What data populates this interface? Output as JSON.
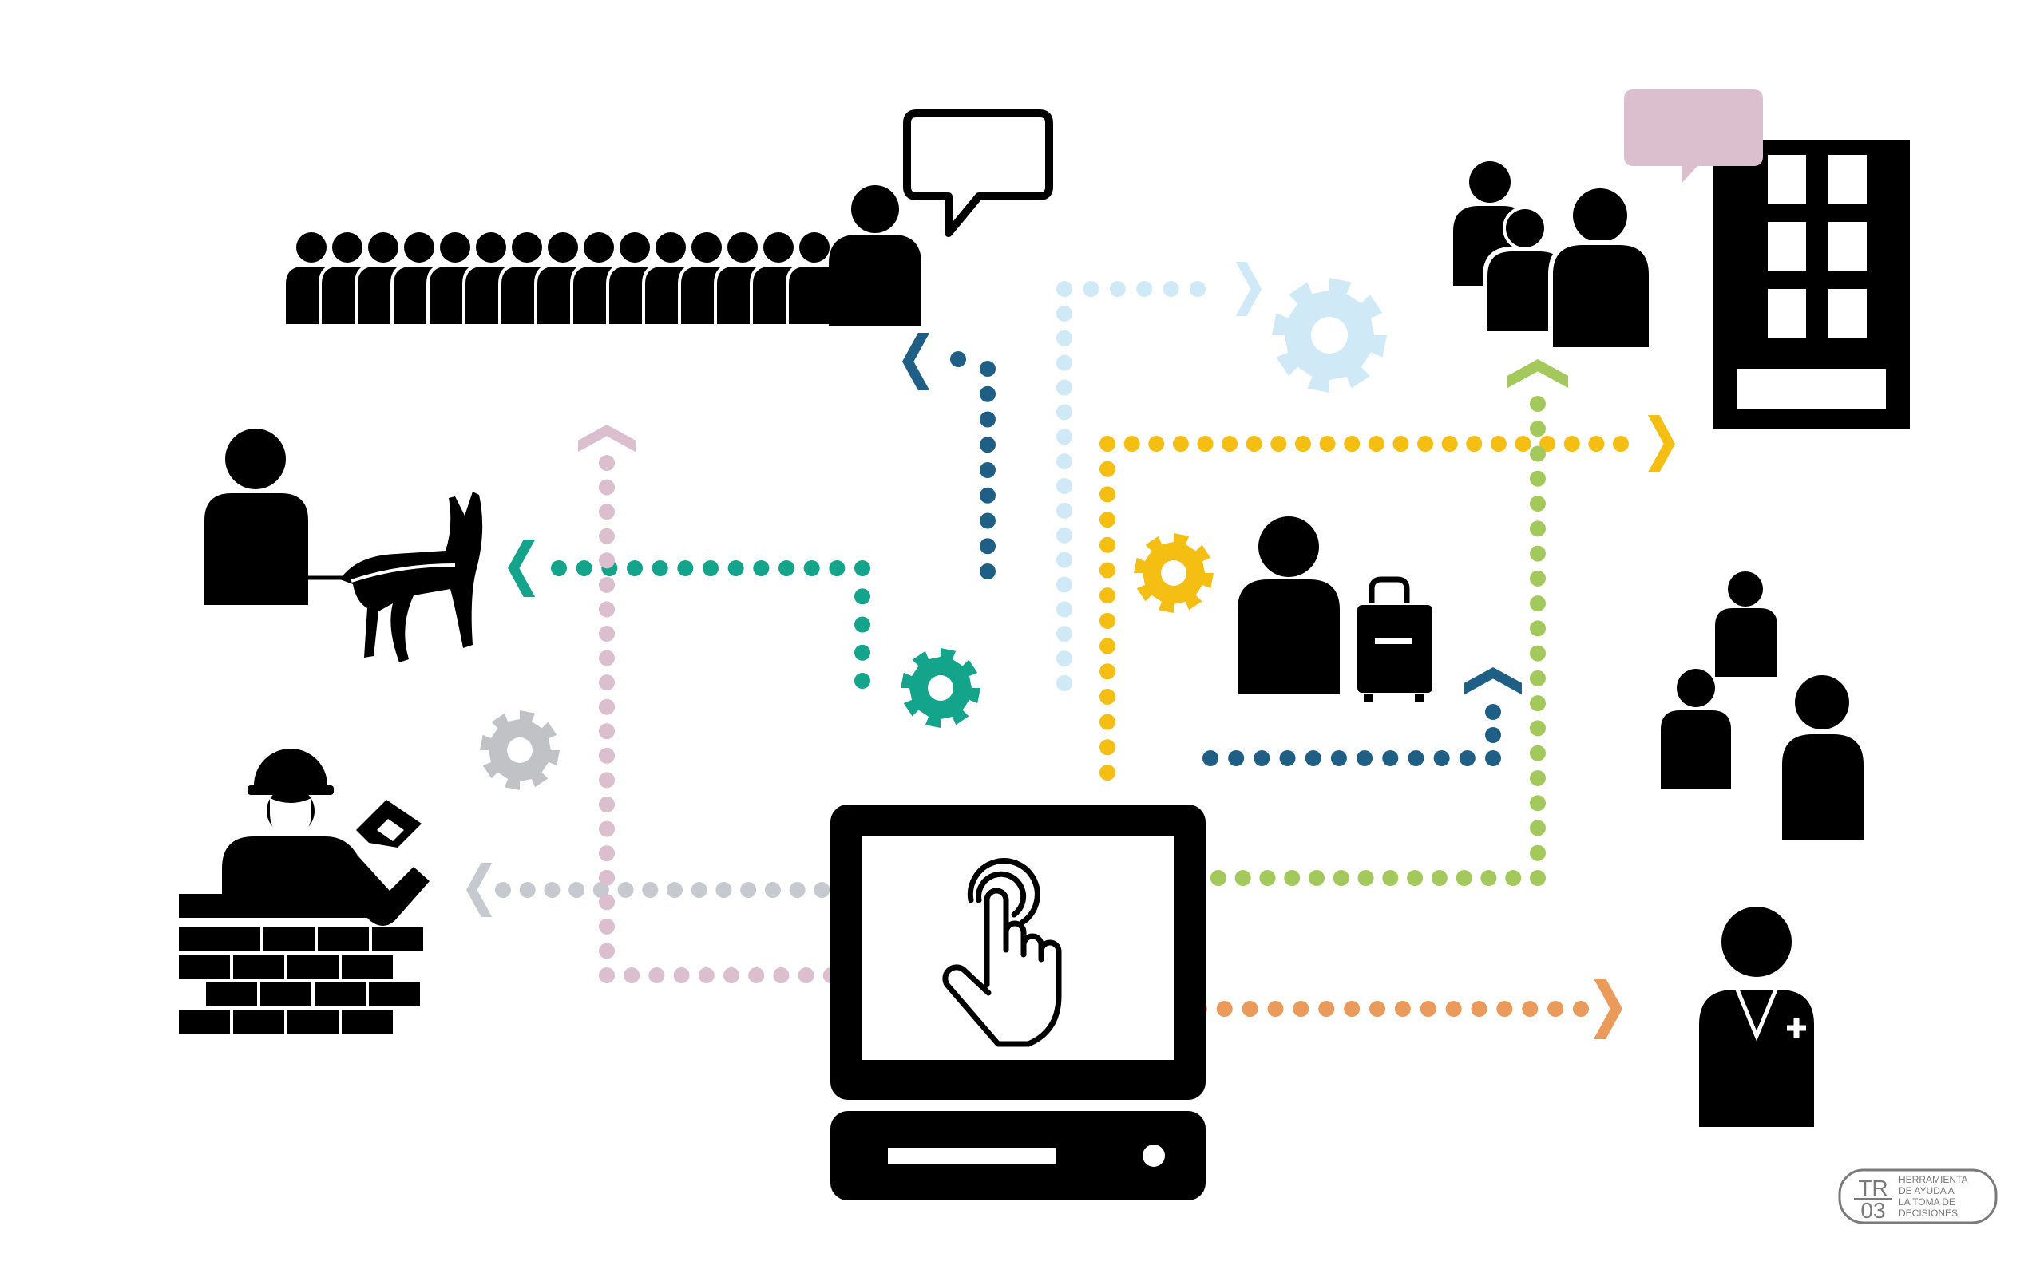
{
  "colors": {
    "ink": "#000000",
    "teal": "#14a38b",
    "navy": "#1f5f86",
    "light_blue": "#cfe9f7",
    "yellow": "#f5be12",
    "green": "#a3c95c",
    "orange": "#ea9b5b",
    "pink": "#dbbfcf",
    "grey": "#c6c9cf",
    "gear_grey": "#c0c2c6"
  },
  "icons": {
    "center": "computer-touch-icon",
    "top_left": "crowd-speaker-icon",
    "left_upper": "security-guard-dog-icon",
    "left_lower": "construction-worker-wall-icon",
    "right_top": "people-building-icon",
    "middle": "traveler-luggage-icon",
    "right_middle": "group-people-icon",
    "right_bottom": "doctor-icon"
  },
  "badge": {
    "code_top": "TR",
    "code_bottom": "03",
    "lines": [
      "HERRAMIENTA",
      "DE AYUDA A",
      "LA TOMA DE",
      "DECISIONES"
    ]
  }
}
